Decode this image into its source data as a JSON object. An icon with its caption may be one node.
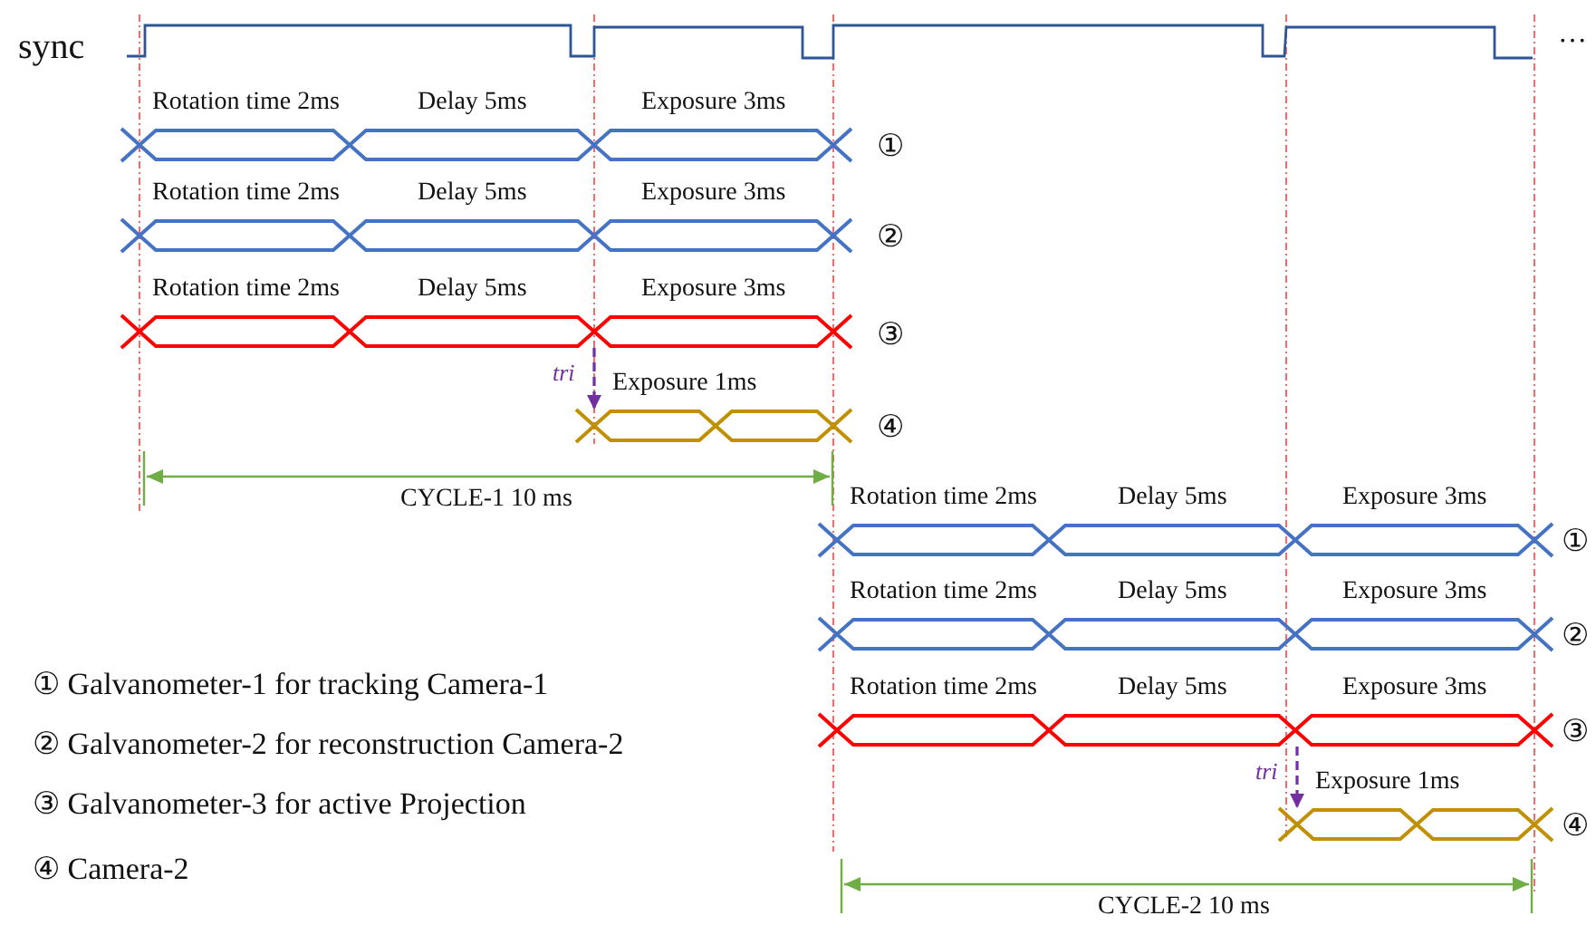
{
  "diagram": {
    "nodes": [
      {
        "text": [
          "Rotation time 2ms"
        ]
      },
      {
        "text": [
          "Delay 5ms"
        ]
      },
      {
        "text": [
          "Exposure 3ms"
        ]
      },
      {
        "text": [
          "Rotation time 2ms"
        ]
      },
      {
        "text": [
          "Delay 5ms"
        ]
      },
      {
        "text": [
          "Exposure 3ms"
        ]
      },
      {
        "text": [
          "Rotation time 2ms"
        ]
      },
      {
        "text": [
          "Delay 5ms"
        ]
      },
      {
        "text": [
          "Exposure 3ms"
        ]
      },
      {
        "text": [
          "Exposure 1ms"
        ]
      },
      {
        "text": [],
        "shape": "hexagon"
      },
      {
        "text": [
          "Rotation time 2ms"
        ]
      },
      {
        "text": [
          "Delay 5ms"
        ]
      },
      {
        "text": [
          "Exposure 3ms"
        ]
      },
      {
        "text": [
          "Rotation time 2ms"
        ]
      },
      {
        "text": [
          "Delay 5ms"
        ]
      },
      {
        "text": [
          "Exposure 3ms"
        ]
      },
      {
        "text": [
          "Rotation time 2ms"
        ]
      },
      {
        "text": [
          "Delay 5ms"
        ]
      },
      {
        "text": [
          "Exposure 3ms"
        ]
      },
      {
        "text": [
          "Exposure 1ms"
        ]
      },
      {
        "text": [],
        "shape": "hexagon"
      }
    ],
    "edges": [
      {
        "from": 8,
        "to": 9,
        "arrow": "to",
        "label": "tri",
        "style": "dashed",
        "color": "#7030a0"
      },
      {
        "from": 19,
        "to": 20,
        "arrow": "to",
        "label": "tri",
        "style": "dashed",
        "color": "#7030a0"
      }
    ],
    "labels": [
      "sync",
      "…",
      "①",
      "②",
      "③",
      "④",
      "CYCLE-1 10 ms",
      "①",
      "②",
      "③",
      "④",
      "CYCLE-2 10 ms",
      "① Galvanometer-1 for tracking Camera-1",
      "② Galvanometer-2 for reconstruction Camera-2",
      "③ Galvanometer-3 for active Projection",
      "④ Camera-2"
    ]
  }
}
